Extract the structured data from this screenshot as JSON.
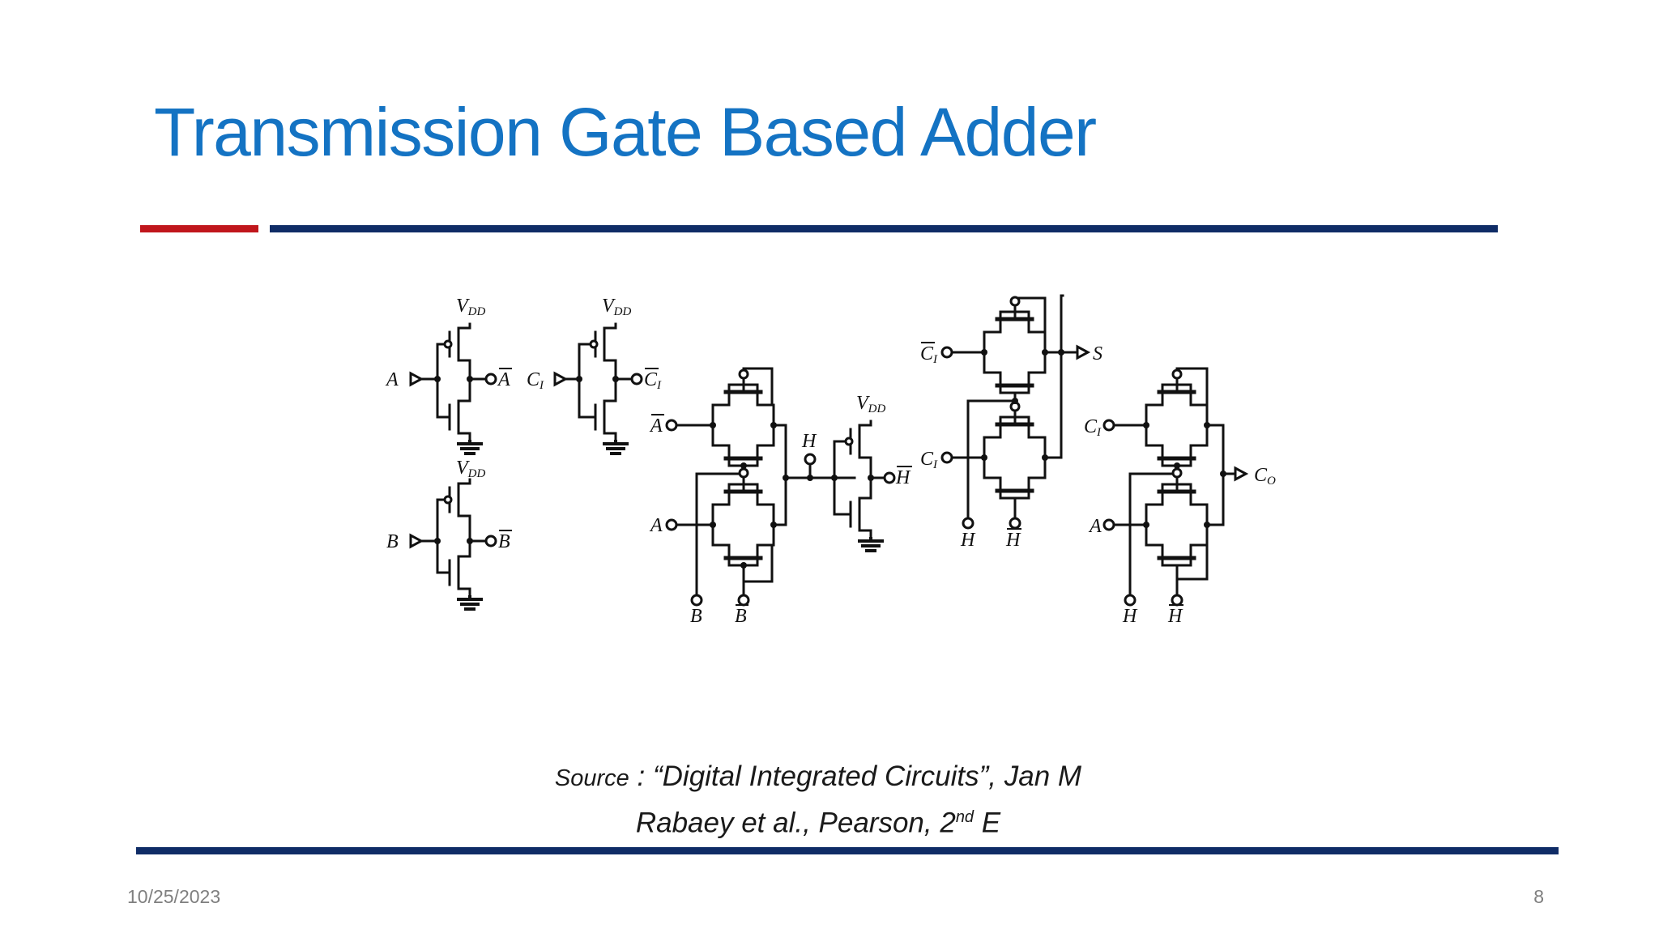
{
  "slide": {
    "title": "Transmission Gate Based Adder",
    "source_label": "Source",
    "source_text_1": " : “Digital Integrated Circuits”, Jan M",
    "source_text_2a": "Rabaey et al., Pearson, 2",
    "source_sup": "nd",
    "source_text_2b": " E",
    "date": "10/25/2023",
    "page_number": "8"
  },
  "circuit": {
    "labels": {
      "vdd": "V",
      "vdd_sub": "DD",
      "a": "A",
      "a_bar": "A",
      "b": "B",
      "b_bar": "B",
      "c": "C",
      "c_sub": "I",
      "h": "H",
      "h_bar": "H",
      "s": "S",
      "co": "C",
      "co_sub": "O"
    }
  },
  "colors": {
    "title": "#1473c3",
    "accent_red": "#c0161c",
    "accent_navy": "#0f2c66",
    "footer_text": "#7f7f7f"
  }
}
